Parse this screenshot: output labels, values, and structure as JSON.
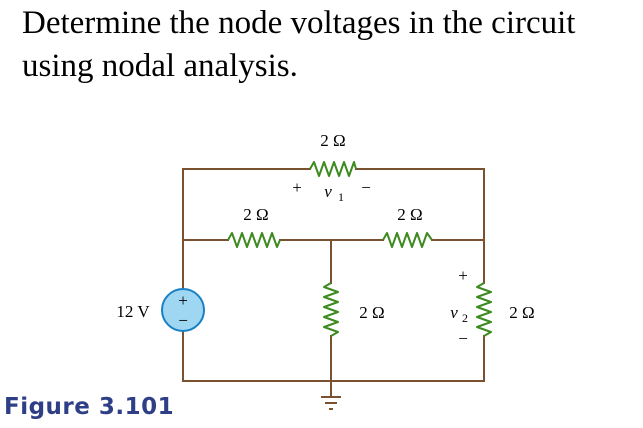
{
  "problem": {
    "line1": "Determine the node voltages in the circuit",
    "line2": "using nodal analysis."
  },
  "circuit": {
    "top_resistor": "2 Ω",
    "v1_var": "v",
    "v1_sub": "1",
    "v1_plus": "+",
    "v1_minus": "−",
    "mid_left_resistor": "2 Ω",
    "mid_right_resistor": "2 Ω",
    "source_label": "12 V",
    "source_plus": "+",
    "source_minus": "−",
    "center_vertical_resistor": "2 Ω",
    "v2_var": "v",
    "v2_sub": "2",
    "v2_plus": "+",
    "v2_minus": "−",
    "right_vertical_resistor": "2 Ω"
  },
  "colors": {
    "wire": "#7a5230",
    "resistor": "#3d8a1f",
    "source_fill": "#9fd6f2",
    "source_stroke": "#1a80c4",
    "caption": "#2f3f86"
  },
  "figure": {
    "caption": "Figure 3.101"
  }
}
